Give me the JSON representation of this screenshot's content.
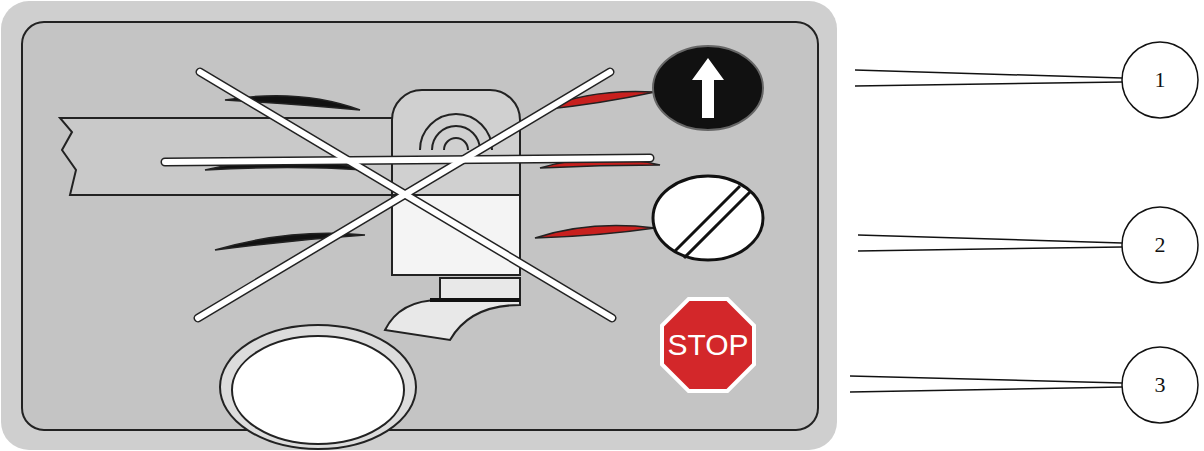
{
  "diagram": {
    "nodes": [
      {
        "text": [
          "STOP"
        ]
      }
    ],
    "labels": [
      "1",
      "2",
      "3"
    ]
  }
}
